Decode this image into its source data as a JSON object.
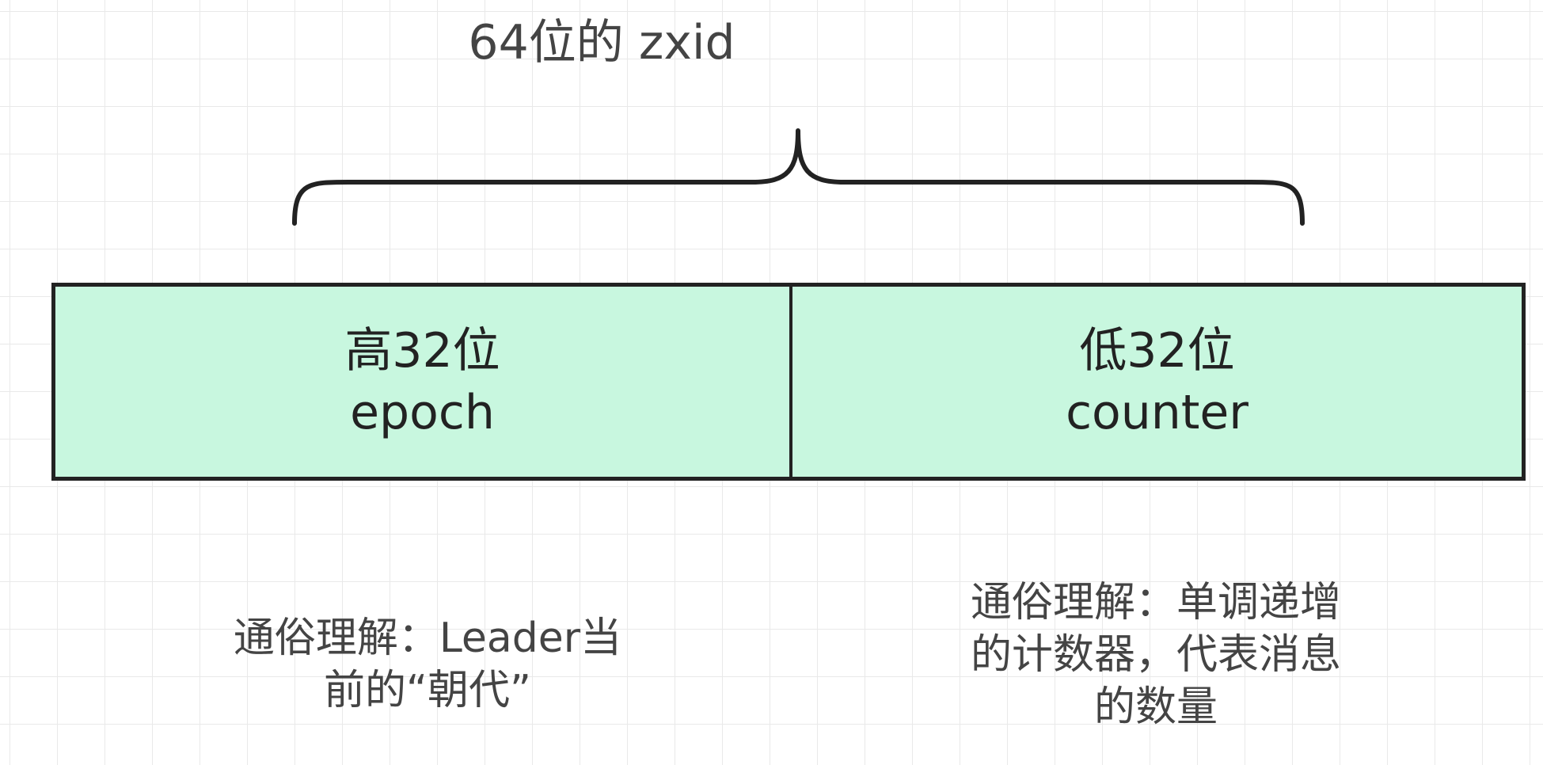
{
  "title": "64位的 zxid",
  "high": {
    "title": "高32位",
    "name": "epoch"
  },
  "low": {
    "title": "低32位",
    "name": "counter"
  },
  "notes": {
    "left": [
      "通俗理解：Leader当",
      "前的“朝代”"
    ],
    "right": [
      "通俗理解：单调递增",
      "的计数器，代表消息",
      "的数量"
    ]
  }
}
